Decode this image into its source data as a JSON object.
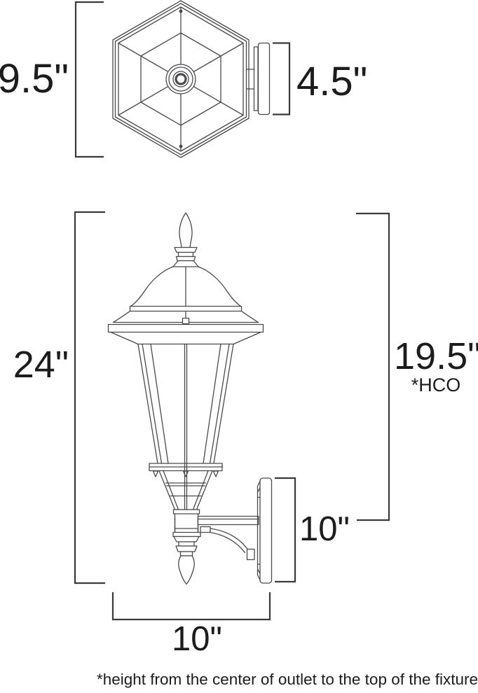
{
  "colors": {
    "background": "#ffffff",
    "artwork_line": "#4a4a4e",
    "dimension_line": "#3a3a3e",
    "label_text": "#1c1c1e"
  },
  "top_view": {
    "height_label": "9.5\"",
    "depth_label": "4.5\""
  },
  "side_view": {
    "overall_height_label": "24\"",
    "outlet_to_top_label": "19.5\"",
    "outlet_to_top_note": "*HCO",
    "backplate_height_label": "10\"",
    "width_label": "10\""
  },
  "footnote": "*height from the center of outlet to the top of the fixture"
}
